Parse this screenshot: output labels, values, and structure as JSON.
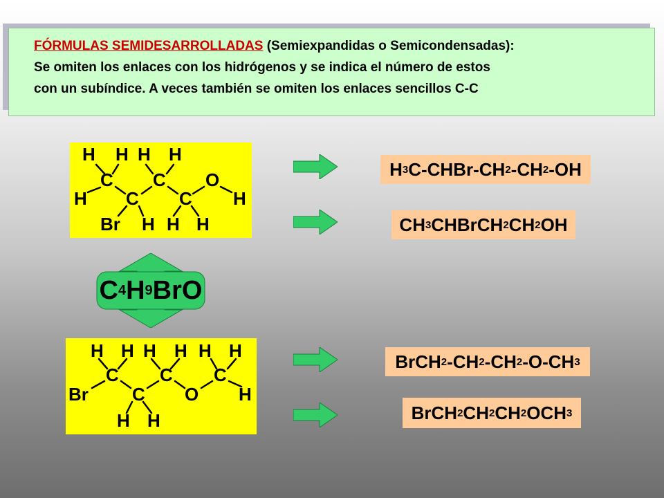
{
  "header": {
    "title": "FÓRMULAS SEMIDESARROLLADAS",
    "title_rest": " (Semiexpandidas o Semicondensadas):",
    "line2": "Se omiten los enlaces con los hidrógenos y se indica el número de estos",
    "line3": "con un subíndice.  A veces también se omiten los enlaces sencillos C-C"
  },
  "molecular_formula": {
    "p1": "C",
    "s1": "4",
    "p2": "H",
    "s2": "9",
    "p3": "BrO"
  },
  "structure1": {
    "atoms": {
      "h1": "H",
      "h2": "H",
      "h3": "H",
      "h4": "H",
      "c1": "C",
      "c2": "C",
      "c3": "C",
      "c4": "C",
      "o": "O",
      "h_left": "H",
      "h_right": "H",
      "br": "Br",
      "h5": "H",
      "h6": "H",
      "h7": "H"
    }
  },
  "structure2": {
    "atoms": {
      "h1": "H",
      "h2": "H",
      "h3": "H",
      "h4": "H",
      "h5": "H",
      "h6": "H",
      "br": "Br",
      "c1": "C",
      "c2": "C",
      "c3": "C",
      "o": "O",
      "c4": "C",
      "h_right": "H",
      "h7": "H",
      "h8": "H"
    }
  },
  "formulas": {
    "f1": {
      "a": "H",
      "b": "3",
      "c": "C-CHBr-CH",
      "d": "2",
      "e": "-CH",
      "f": "2",
      "g": "-OH"
    },
    "f2": {
      "a": "CH",
      "b": "3",
      "c": "CHBrCH",
      "d": "2",
      "e": "CH",
      "f": "2",
      "g": "OH"
    },
    "f3": {
      "a": "BrCH",
      "b": "2",
      "c": "-CH",
      "d": "2",
      "e": "-CH",
      "f": "2",
      "g": "-O-CH",
      "h": "3"
    },
    "f4": {
      "a": "BrCH",
      "b": "2",
      "c": "CH",
      "d": "2",
      "e": "CH",
      "f": "2",
      "g": "OCH",
      "h": "3"
    }
  },
  "colors": {
    "header_bg": "#ccffcc",
    "title_red": "#cc0000",
    "structure_bg": "#ffff00",
    "formula_bg": "#ffcc99",
    "arrow_green": "#33cc66"
  }
}
